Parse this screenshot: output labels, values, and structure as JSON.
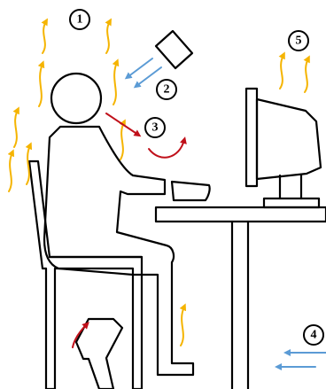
{
  "colors": {
    "heat": "#f5b400",
    "hot_air": "#c0101a",
    "cool_air": "#5b9bd5",
    "outline": "#000000"
  },
  "markers": [
    {
      "id": "m1",
      "label": "1"
    },
    {
      "id": "m2",
      "label": "2"
    },
    {
      "id": "m3",
      "label": "3"
    },
    {
      "id": "m4",
      "label": "4"
    },
    {
      "id": "m5",
      "label": "5"
    }
  ],
  "icons": {
    "person": "seated-person-icon",
    "chair": "chair-icon",
    "desk": "desk-icon",
    "monitor": "computer-monitor-icon",
    "keyboard": "keyboard-icon",
    "lamp": "ceiling-panel-icon"
  }
}
